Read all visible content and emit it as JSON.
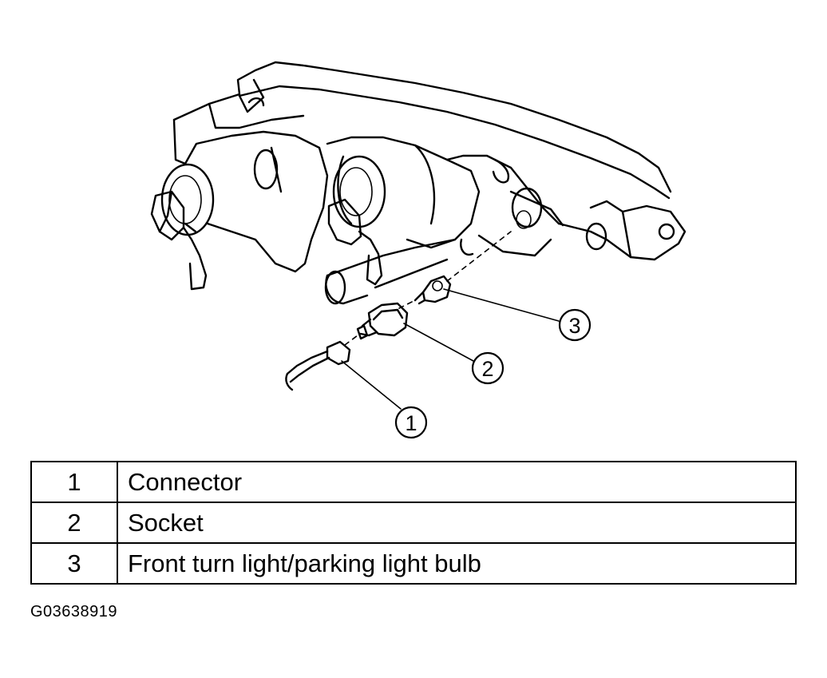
{
  "legend": [
    {
      "number": "1",
      "label": "Connector"
    },
    {
      "number": "2",
      "label": "Socket"
    },
    {
      "number": "3",
      "label": "Front turn light/parking light bulb"
    }
  ],
  "figure_id": "G03638919"
}
